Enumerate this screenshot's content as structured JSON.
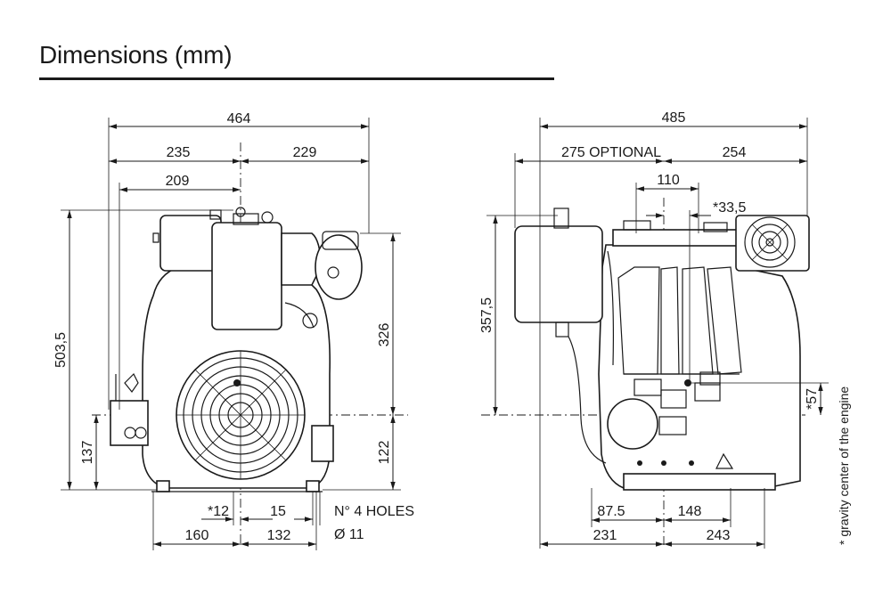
{
  "title": "Dimensions (mm)",
  "front_view": {
    "dims": {
      "overall_width": "464",
      "left_width": "235",
      "right_width": "229",
      "width_209": "209",
      "overall_height": "503,5",
      "height_326": "326",
      "height_137": "137",
      "height_122": "122",
      "offset_12": "*12",
      "offset_15": "15",
      "base_160": "160",
      "base_132": "132"
    },
    "holes_label": "N° 4 HOLES",
    "holes_diameter": "Ø  11"
  },
  "side_view": {
    "dims": {
      "overall_width": "485",
      "optional_275": "275 OPTIONAL",
      "right_254": "254",
      "width_110": "110",
      "offset_33_5": "*33,5",
      "height_357_5": "357,5",
      "gravity_57": "*57",
      "base_87_5": "87.5",
      "base_148": "148",
      "base_231": "231",
      "base_243": "243"
    }
  },
  "gravity_note": "* gravity center of the engine",
  "colors": {
    "ink": "#1a1a1a",
    "background": "#ffffff"
  }
}
